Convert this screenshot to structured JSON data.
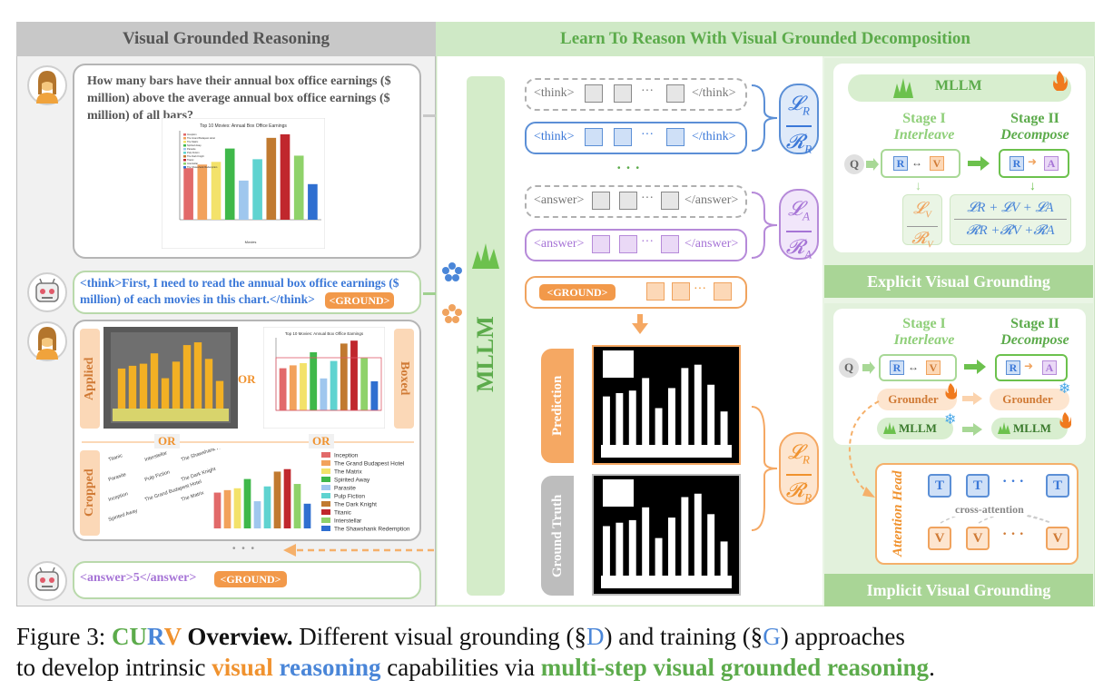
{
  "left": {
    "title": "Visual Grounded Reasoning",
    "question": "How many bars have their annual box office earnings ($ million) above the average annual box office earnings ($ million) of all bars?",
    "think": "<think>First, I need to read the annual box office earnings ($ million) of each movies in this chart.</think>",
    "ground_pill": "<GROUND>",
    "answer": "<answer>5</answer>",
    "answer_pill": "<GROUND>",
    "label_applied": "Applied",
    "label_boxed": "Boxed",
    "label_cropped": "Cropped",
    "or1": "OR",
    "or2": "OR",
    "or3": "OR",
    "dots": "• • •"
  },
  "mini_chart": {
    "title": "Top 10 Movies: Annual Box Office Earnings",
    "xlabel": "Movies",
    "movies": [
      "Inception",
      "The Grand Budapest Hotel",
      "The Matrix",
      "Spirited Away",
      "Parasite",
      "Pulp Fiction",
      "The Dark Knight",
      "Titanic",
      "Interstellar",
      "The Shawshank Redemption"
    ],
    "values": [
      58,
      62,
      65,
      80,
      44,
      68,
      92,
      96,
      72,
      40
    ],
    "colors": [
      "#e26a6a",
      "#f2a25c",
      "#f3e26a",
      "#3fb84a",
      "#9fc7ee",
      "#5fd3d0",
      "#c17a30",
      "#c0272d",
      "#8fd26a",
      "#2f6fd0"
    ]
  },
  "cropped_labels": [
    "Titanic",
    "Interstellar",
    "The Shawshank Redemption",
    "Parasite",
    "Pulp Fiction",
    "The Dark Knight",
    "Inception",
    "The Grand Budapest Hotel",
    "The Matrix",
    "Spirited Away"
  ],
  "right": {
    "title": "Learn To Reason With Visual Grounded Decomposition",
    "mllm_vertical": "MLLM",
    "think_open": "<think>",
    "think_close": "</think>",
    "answer_open": "<answer>",
    "answer_close": "</answer>",
    "ground": "<GROUND>",
    "token_dots": "···",
    "mid_dots": "• • •",
    "prediction": "Prediction",
    "ground_truth": "Ground Truth",
    "loss_LR": "𝓛",
    "loss_RR": "𝓡",
    "sub_R": "R",
    "sub_A": "A"
  },
  "explicit": {
    "mllm": "MLLM",
    "stage1": "Stage I",
    "stage1_sub": "Interleave",
    "stage2": "Stage II",
    "stage2_sub": "Decompose",
    "q": "Q",
    "r": "R",
    "v": "V",
    "a": "A",
    "loss1_top": "𝓛",
    "loss1_bottom": "𝓡",
    "loss2_top": "𝓛R + 𝓛V + 𝓛A",
    "loss2_bottom": "𝓡R +𝓡V +𝓡A",
    "title": "Explicit Visual Grounding"
  },
  "implicit": {
    "stage1": "Stage I",
    "stage1_sub": "Interleave",
    "stage2": "Stage II",
    "stage2_sub": "Decompose",
    "q": "Q",
    "r": "R",
    "v": "V",
    "a": "A",
    "grounder": "Grounder",
    "mllm": "MLLM",
    "attention_head": "Attention Head",
    "t": "T",
    "cross_attention": "cross-attention",
    "dots": "· · ·",
    "title": "Implicit Visual Grounding"
  },
  "caption": {
    "prefix": "Figure 3: ",
    "c": "C",
    "u": "U",
    "r": "R",
    "v": "V",
    "overview": " Overview.",
    "text1": " Different visual grounding (§",
    "d": "D",
    "text2": ") and training (§",
    "g": "G",
    "text3": ") approaches",
    "line2a": "to develop intrinsic ",
    "visual": "visual",
    "space": " ",
    "reasoning": "reasoning",
    "line2b": " capabilities via ",
    "multi": "multi-step visual grounded reasoning",
    "period": "."
  },
  "colors": {
    "green": "#5cab4b",
    "blue": "#4a86d8",
    "orange": "#f0922e",
    "purple": "#a674d6"
  }
}
